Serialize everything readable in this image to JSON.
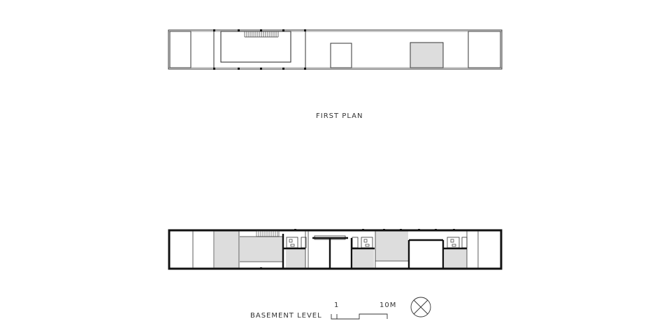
{
  "drawing": {
    "first_plan_title": "FIRST PLAN",
    "basement_title": "BASEMENT LEVEL",
    "scale_min_label": "1",
    "scale_max_label": "10M",
    "north_symbol": "north-arrow-circle-icon"
  },
  "colors": {
    "line": "#222222",
    "wall": "#111111",
    "fill": "#dddddd",
    "background": "#ffffff"
  }
}
